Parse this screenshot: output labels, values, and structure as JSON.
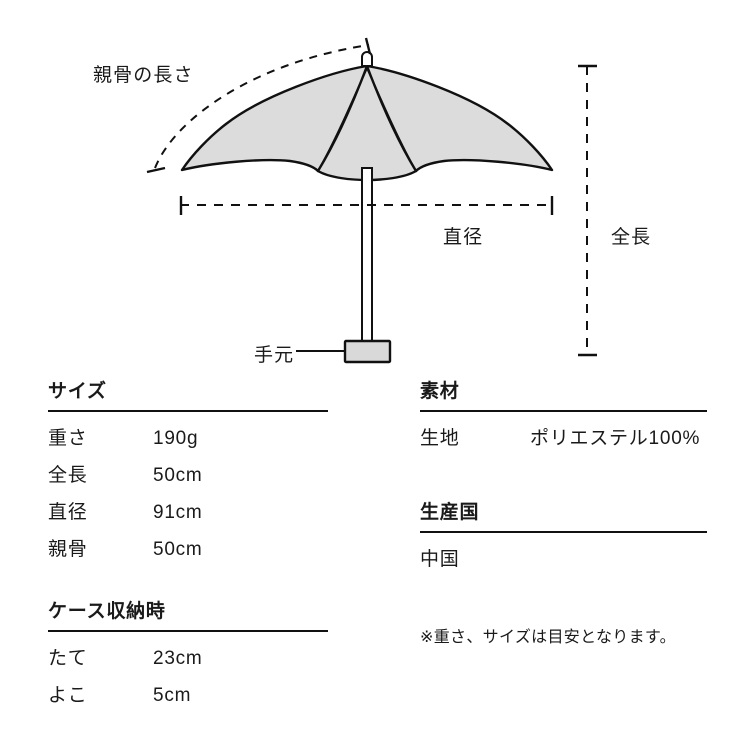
{
  "diagram": {
    "labels": {
      "rib_length": "親骨の長さ",
      "diameter": "直径",
      "total_length": "全長",
      "handle": "手元"
    },
    "colors": {
      "canopy_fill": "#dcdcdc",
      "outline": "#111111",
      "handle_fill": "#d9d9d9",
      "background": "#ffffff"
    }
  },
  "specs": {
    "size": {
      "title": "サイズ",
      "rows": [
        {
          "key": "重さ",
          "value": "190g"
        },
        {
          "key": "全長",
          "value": "50cm"
        },
        {
          "key": "直径",
          "value": "91cm"
        },
        {
          "key": "親骨",
          "value": "50cm"
        }
      ]
    },
    "case": {
      "title": "ケース収納時",
      "rows": [
        {
          "key": "たて",
          "value": "23cm"
        },
        {
          "key": "よこ",
          "value": "5cm"
        }
      ]
    },
    "material": {
      "title": "素材",
      "rows": [
        {
          "key": "生地",
          "value": "ポリエステル100%"
        }
      ]
    },
    "origin": {
      "title": "生産国",
      "value": "中国"
    },
    "footnote": "※重さ、サイズは目安となります。"
  }
}
